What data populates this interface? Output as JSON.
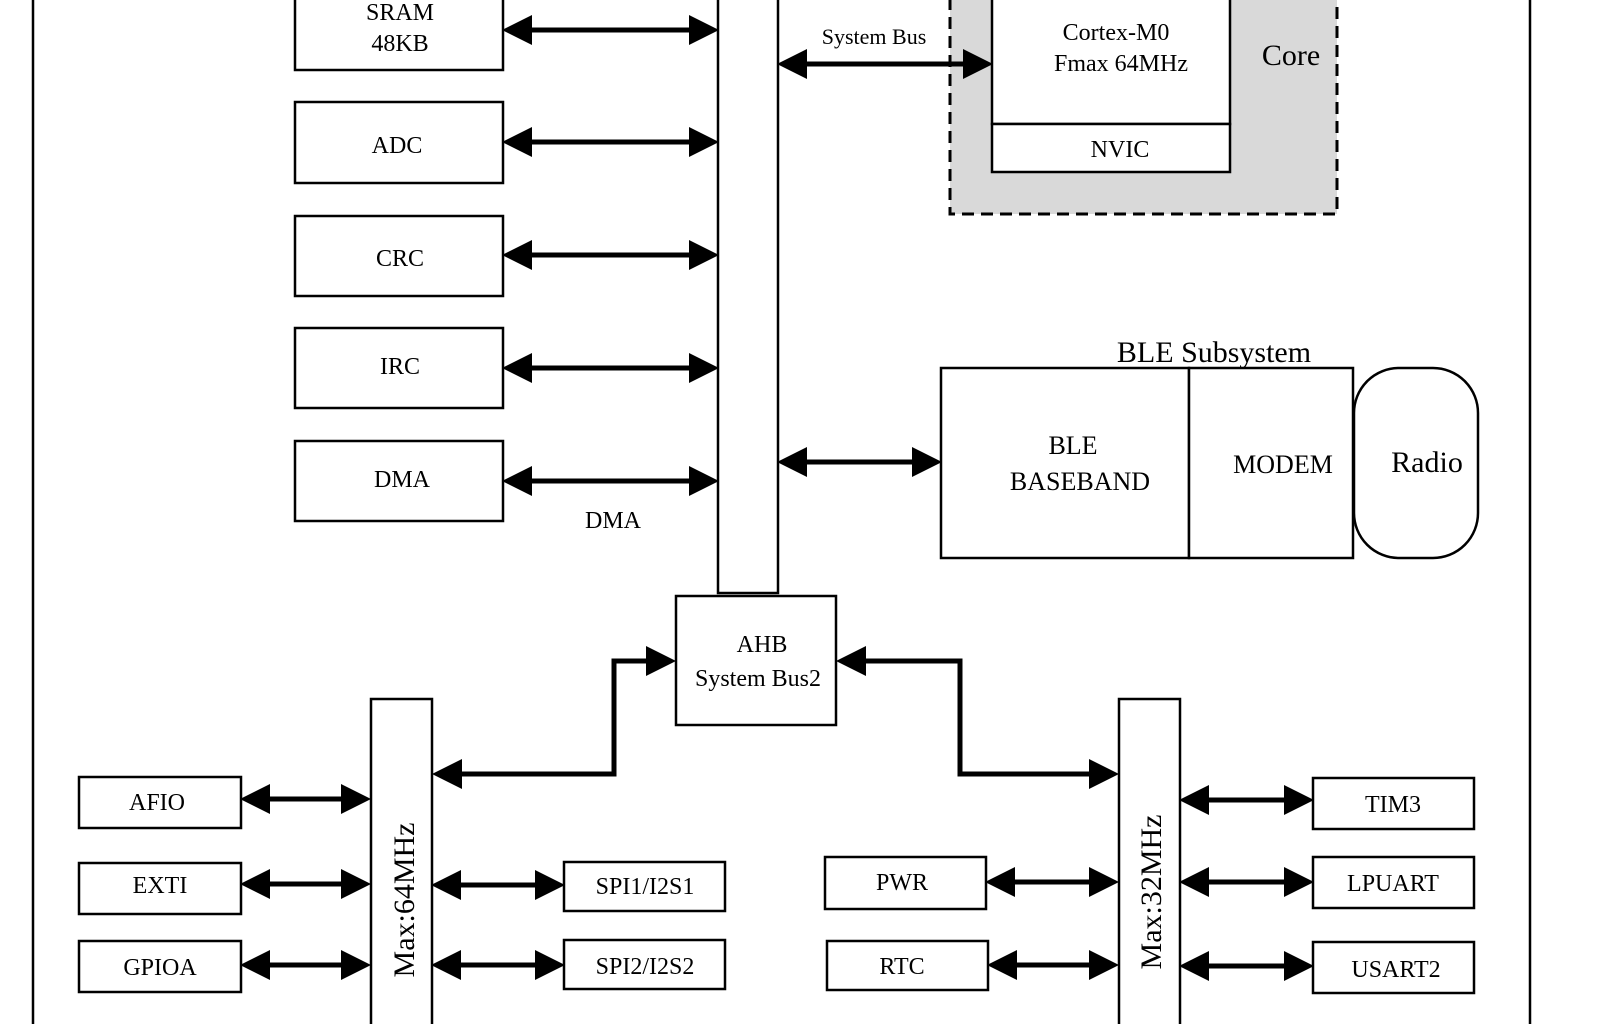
{
  "blocks": {
    "sram_line1": "SRAM",
    "sram_line2": "48KB",
    "adc": "ADC",
    "crc": "CRC",
    "irc": "IRC",
    "dma": "DMA",
    "dma_label": "DMA",
    "system_bus": "System Bus",
    "cpu_line1": "Cortex-M0",
    "cpu_line2": "Fmax 64MHz",
    "nvic": "NVIC",
    "core": "Core",
    "ble_title": "BLE Subsystem",
    "ble_bb_line1": "BLE",
    "ble_bb_line2": "BASEBAND",
    "modem": "MODEM",
    "radio": "Radio",
    "ahb_line1": "AHB",
    "ahb_line2": "System Bus2",
    "apb1": "Max:64MHz",
    "apb2": "Max:32MHz",
    "afio": "AFIO",
    "exti": "EXTI",
    "gpioa": "GPIOA",
    "spi1": "SPI1/I2S1",
    "spi2": "SPI2/I2S2",
    "pwr": "PWR",
    "rtc": "RTC",
    "tim3": "TIM3",
    "lpuart": "LPUART",
    "usart2": "USART2"
  },
  "colors": {
    "core_fill": "#d9d9d9",
    "line": "#000000"
  }
}
